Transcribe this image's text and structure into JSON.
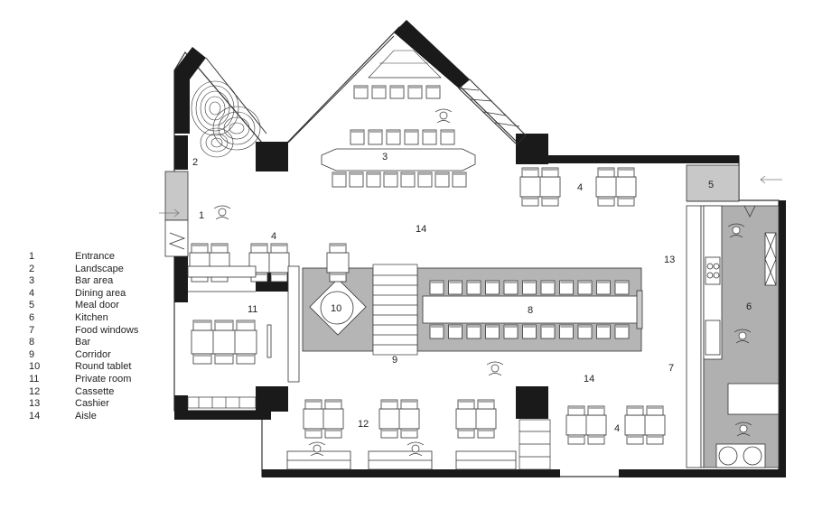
{
  "legend": [
    {
      "num": "1",
      "label": "Entrance"
    },
    {
      "num": "2",
      "label": "Landscape"
    },
    {
      "num": "3",
      "label": "Bar area"
    },
    {
      "num": "4",
      "label": "Dining area"
    },
    {
      "num": "5",
      "label": "Meal door"
    },
    {
      "num": "6",
      "label": "Kitchen"
    },
    {
      "num": "7",
      "label": "Food windows"
    },
    {
      "num": "8",
      "label": "Bar"
    },
    {
      "num": "9",
      "label": "Corridor"
    },
    {
      "num": "10",
      "label": "Round tablet"
    },
    {
      "num": "11",
      "label": "Private room"
    },
    {
      "num": "12",
      "label": "Cassette"
    },
    {
      "num": "13",
      "label": "Cashier"
    },
    {
      "num": "14",
      "label": "Aisle"
    }
  ],
  "plan_labels": {
    "entrance": "1",
    "landscape": "2",
    "bar_area": "3",
    "dining_top_left": "4",
    "dining_top_right": "4",
    "dining_bottom_right": "4",
    "meal_door": "5",
    "kitchen": "6",
    "food_windows": "7",
    "bar": "8",
    "corridor": "9",
    "round_tablet": "10",
    "private_room": "11",
    "cassette": "12",
    "cashier": "13",
    "aisle_top": "14",
    "aisle_bottom": "14"
  },
  "colors": {
    "wall": "#1a1a1a",
    "floor_grey": "#b5b5b5",
    "kitchen_grey": "#b0b0b0",
    "line": "#333333"
  }
}
